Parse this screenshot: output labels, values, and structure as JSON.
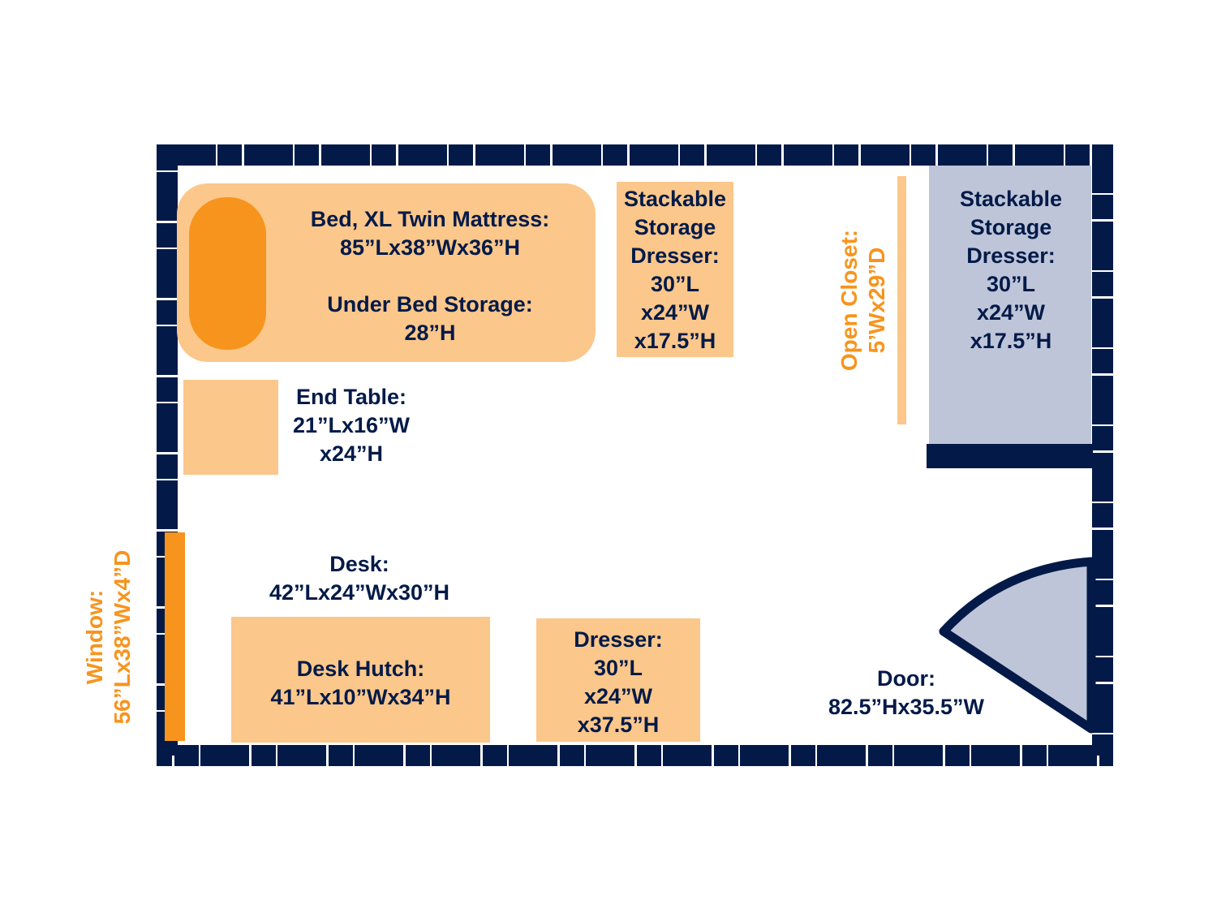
{
  "colors": {
    "wall": "#031a48",
    "furniture": "#fbc78b",
    "accent": "#f7941d",
    "fixture": "#bec5d9"
  },
  "bed": {
    "title": "Bed, XL Twin Mattress:",
    "dims": "85”Lx38”Wx36”H",
    "storage_title": "Under Bed Storage:",
    "storage_dims": "28”H"
  },
  "stack_dresser_1": {
    "text": "Stackable\nStorage\nDresser:\n30”L\nx24”W\nx17.5”H"
  },
  "stack_dresser_2": {
    "text": "Stackable\nStorage\nDresser:\n30”L\nx24”W\nx17.5”H"
  },
  "closet": {
    "title": "Open Closet:",
    "dims": "5’Wx29”D"
  },
  "end_table": {
    "text": "End Table:\n21”Lx16”W\nx24”H"
  },
  "window": {
    "title": "Window:",
    "dims": "56”Lx38”Wx4”D"
  },
  "desk": {
    "text": "Desk:\n42”Lx24”Wx30”H"
  },
  "desk_hutch": {
    "text": "Desk Hutch:\n41”Lx10”Wx34”H"
  },
  "dresser": {
    "text": "Dresser:\n30”L\nx24”W\nx37.5”H"
  },
  "door": {
    "text": "Door:\n82.5”Hx35.5”W"
  }
}
